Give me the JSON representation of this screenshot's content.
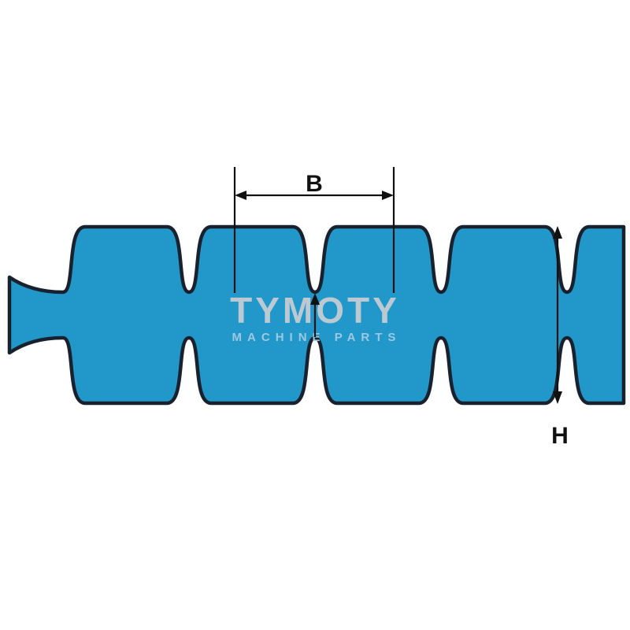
{
  "diagram": {
    "type": "double-sided timing belt profile",
    "label_b": "B",
    "label_h": "H",
    "watermark_title": "TYMOTY",
    "watermark_subtitle": "MACHINE PARTS",
    "colors": {
      "background": "#ffffff",
      "belt_fill": "#2197ca",
      "belt_outline": "#18222e",
      "dimension": "#111111",
      "watermark_title_color": "#c9cdd4",
      "watermark_subtitle_color": "#a4cbe0"
    }
  }
}
